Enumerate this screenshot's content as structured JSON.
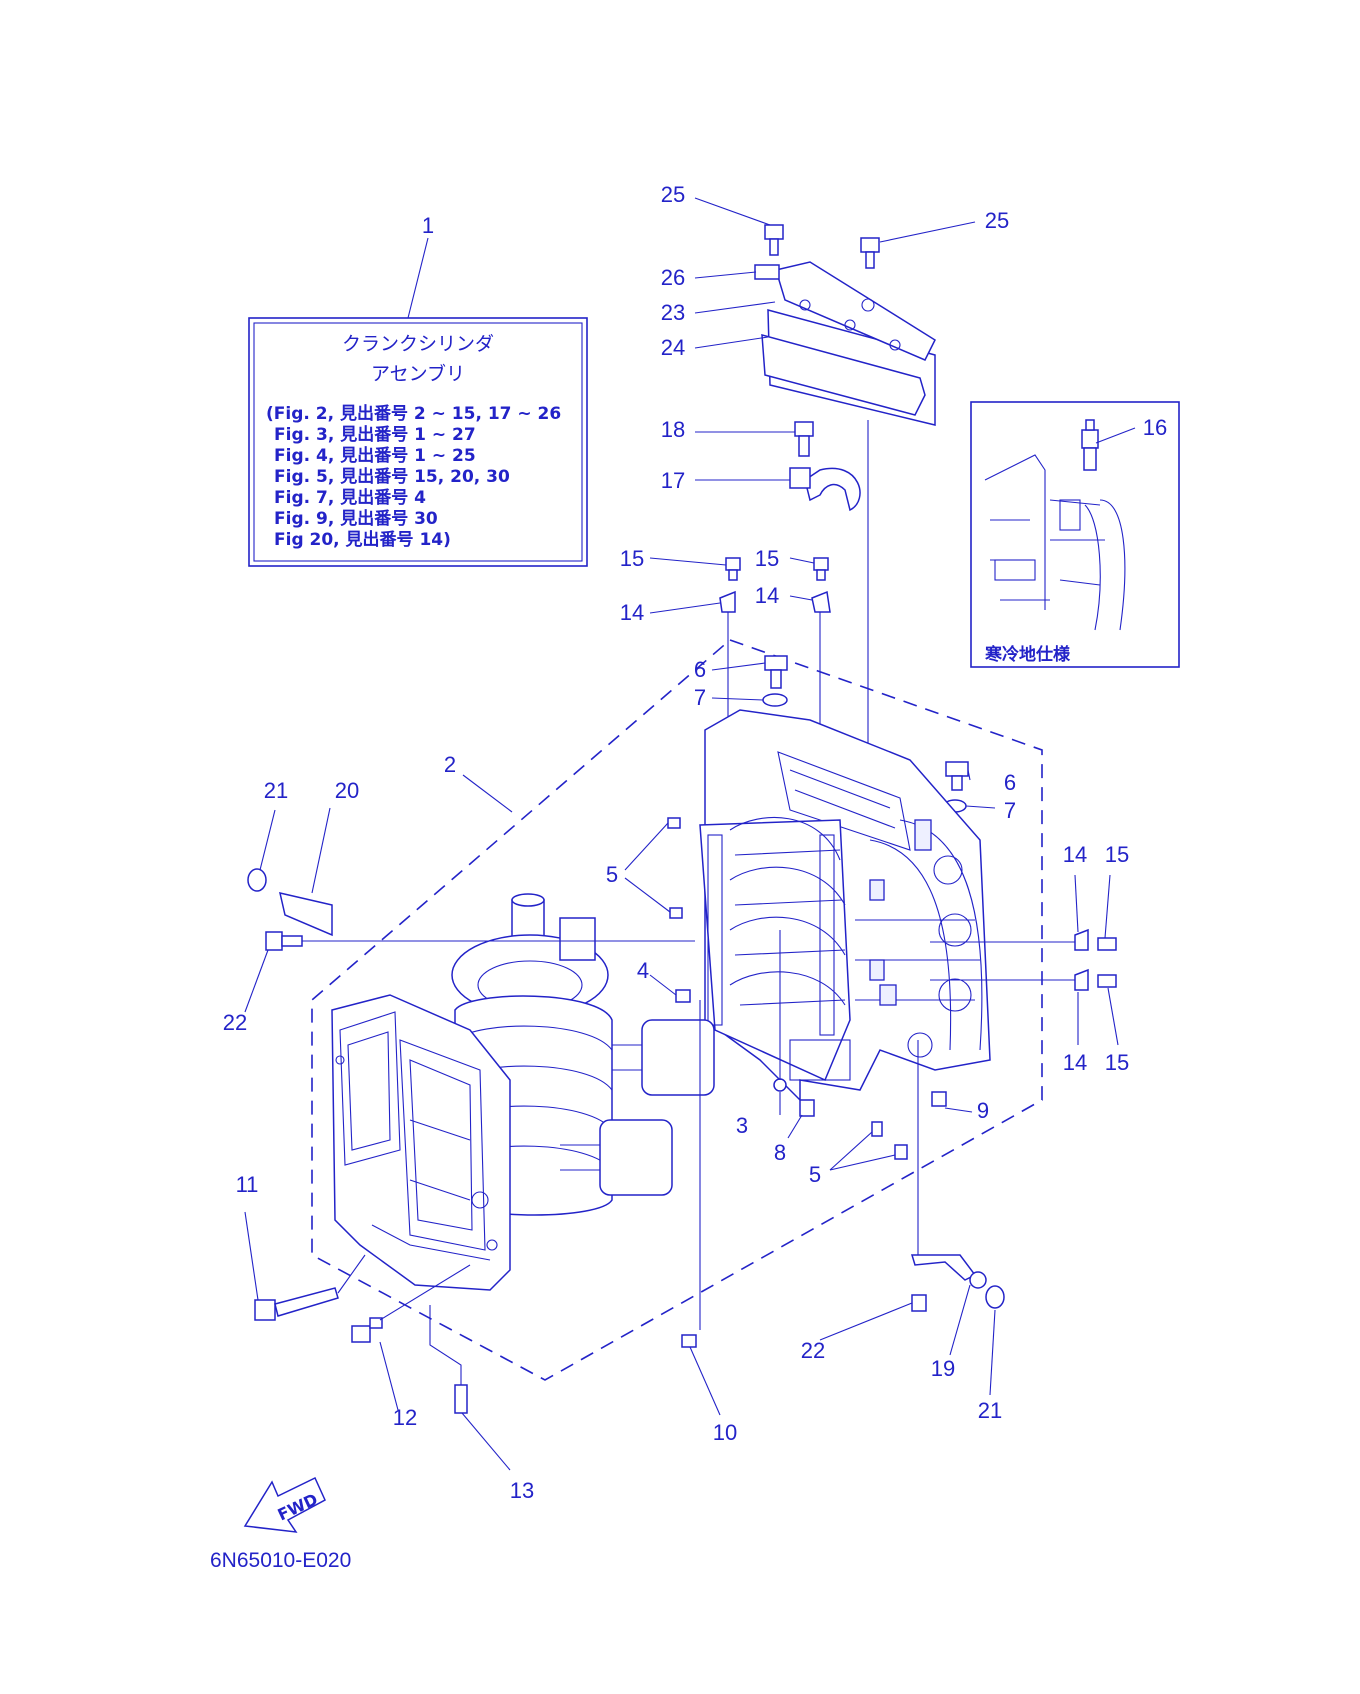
{
  "assembly_box": {
    "ref": "1",
    "title_line1": "クランクシリンダ",
    "title_line2": "アセンブリ",
    "fig_refs": [
      "(Fig. 2, 見出番号 2 ~ 15, 17 ~ 26",
      "Fig. 3, 見出番号 1 ~ 27",
      "Fig. 4, 見出番号 1 ~ 25",
      "Fig. 5, 見出番号 15, 20, 30",
      "Fig. 7, 見出番号 4",
      "Fig. 9, 見出番号 30",
      "Fig  20, 見出番号 14)"
    ]
  },
  "inset": {
    "ref": "16",
    "caption": "寒冷地仕様"
  },
  "fwd_label": "FWD",
  "drawing_code": "6N65010-E020",
  "callouts": {
    "c2": "2",
    "c3": "3",
    "c4": "4",
    "c5a": "5",
    "c5b": "5",
    "c6a": "6",
    "c6b": "6",
    "c7a": "7",
    "c7b": "7",
    "c8": "8",
    "c9": "9",
    "c10": "10",
    "c11": "11",
    "c12": "12",
    "c13": "13",
    "c14a": "14",
    "c14b": "14",
    "c14c": "14",
    "c14d": "14",
    "c15a": "15",
    "c15b": "15",
    "c15c": "15",
    "c15d": "15",
    "c17": "17",
    "c18": "18",
    "c19": "19",
    "c20": "20",
    "c21a": "21",
    "c21b": "21",
    "c22a": "22",
    "c22b": "22",
    "c23": "23",
    "c24": "24",
    "c25a": "25",
    "c25b": "25",
    "c26": "26"
  },
  "colors": {
    "line": "#2323c8",
    "background": "#ffffff"
  }
}
